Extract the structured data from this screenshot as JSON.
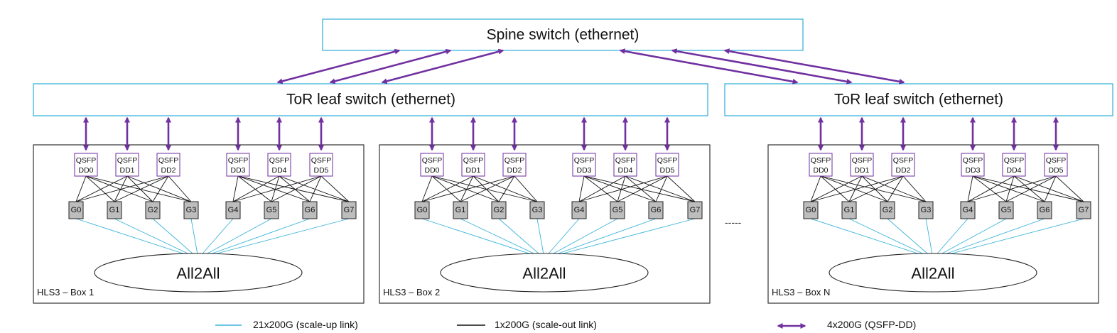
{
  "spine_label": "Spine switch (ethernet)",
  "tor_labels": [
    "ToR leaf switch (ethernet)",
    "ToR leaf switch (ethernet)"
  ],
  "boxes": [
    {
      "label": "HLS3 – Box 1"
    },
    {
      "label": "HLS3 – Box 2"
    },
    {
      "label": "HLS3 – Box N"
    }
  ],
  "qsfp_top": "QSFP",
  "qsfp_ports": [
    "DD0",
    "DD1",
    "DD2",
    "DD3",
    "DD4",
    "DD5"
  ],
  "gpus": [
    "G0",
    "G1",
    "G2",
    "G3",
    "G4",
    "G5",
    "G6",
    "G7"
  ],
  "all2all_label": "All2All",
  "ellipsis": "-----",
  "legend": [
    {
      "type": "scale-up",
      "text": "21x200G (scale-up link)"
    },
    {
      "type": "scale-out",
      "text": "1x200G (scale-out link)"
    },
    {
      "type": "qsfp",
      "text": "4x200G (QSFP-DD)"
    }
  ],
  "colors": {
    "scale_up": "#3bb4da",
    "scale_out": "#111111",
    "qsfp_link": "#7030a0"
  }
}
